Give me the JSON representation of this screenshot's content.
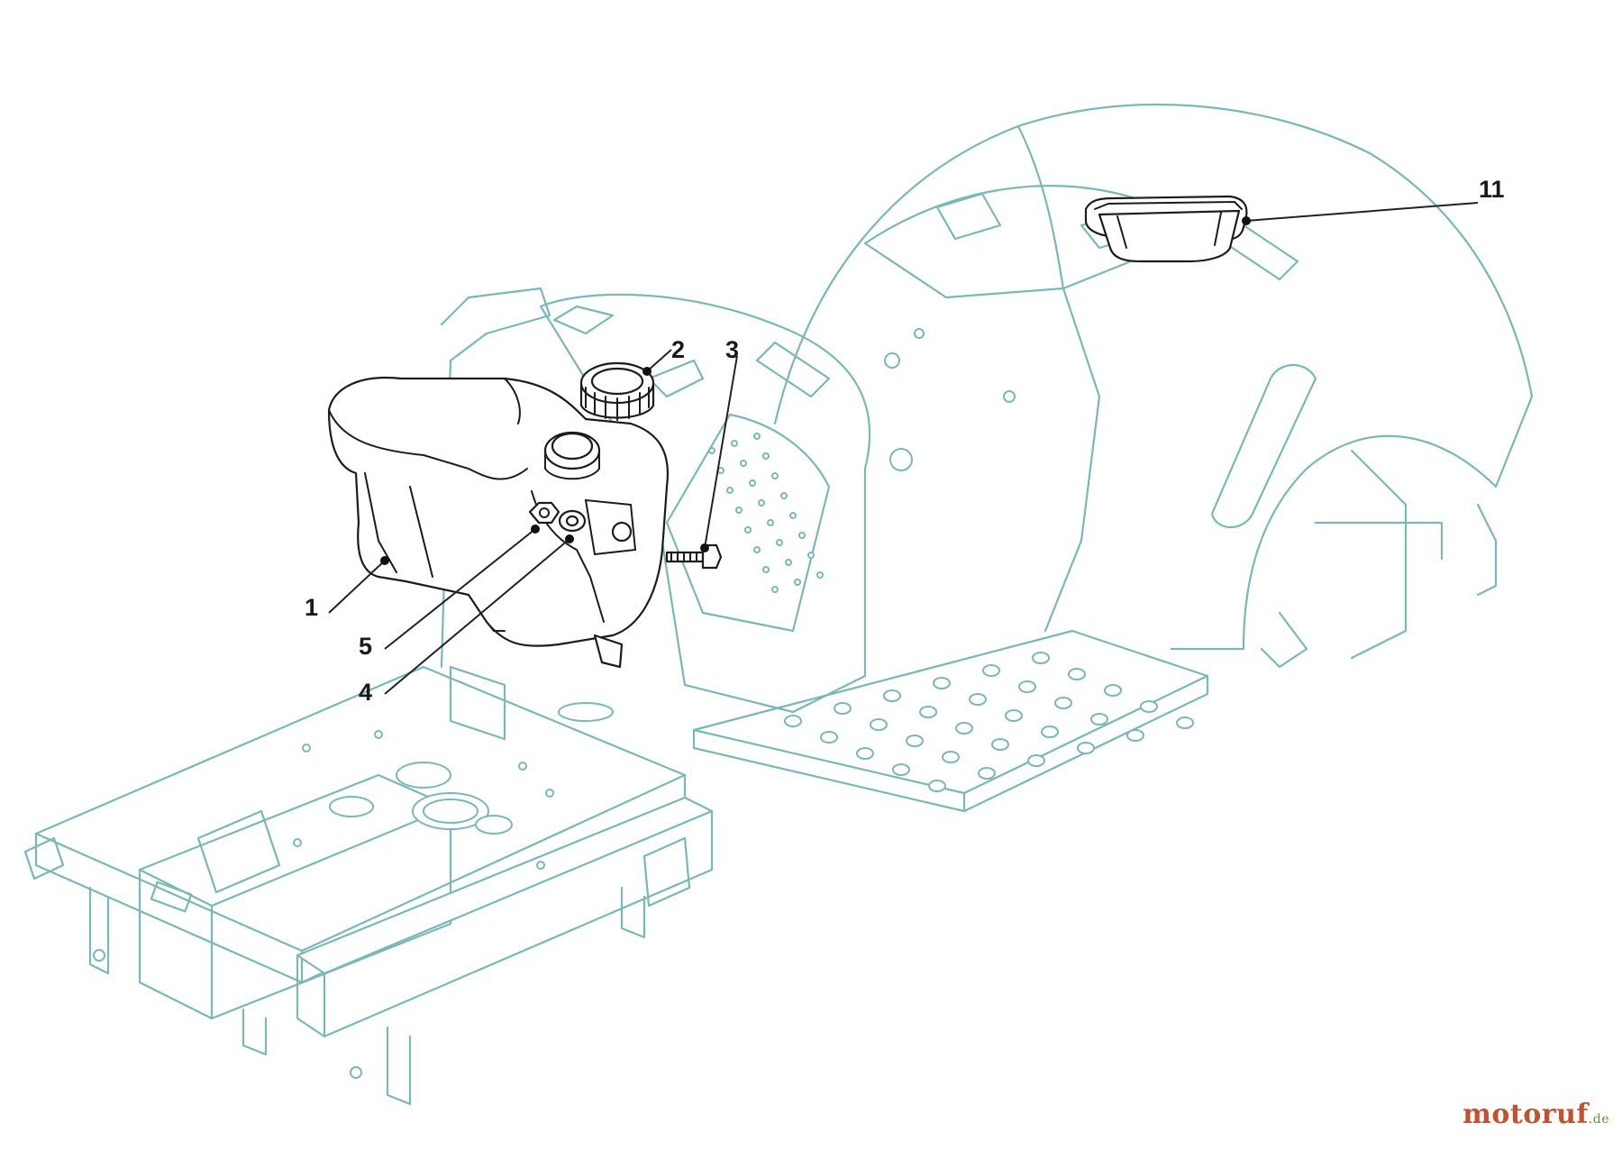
{
  "callouts": [
    {
      "id": "1",
      "label": "1"
    },
    {
      "id": "2",
      "label": "2"
    },
    {
      "id": "3",
      "label": "3"
    },
    {
      "id": "4",
      "label": "4"
    },
    {
      "id": "5",
      "label": "5"
    },
    {
      "id": "11",
      "label": "11"
    }
  ],
  "watermark": {
    "text": "motoruf",
    "suffix": ".de",
    "color": "#c2522d",
    "suffix_color": "#6b8e2f"
  },
  "colors": {
    "frame_outline": "#7ab8b8",
    "highlighted_parts": "#1c1c1c"
  }
}
